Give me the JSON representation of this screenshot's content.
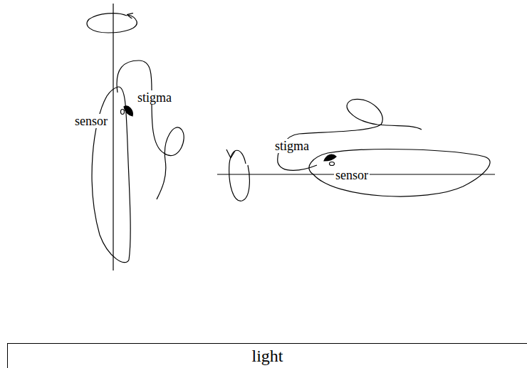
{
  "diagram": {
    "nodes": [
      {
        "text": [
          "light"
        ]
      }
    ],
    "labels": [
      "stigma",
      "sensor",
      "stigma",
      "sensor"
    ]
  }
}
